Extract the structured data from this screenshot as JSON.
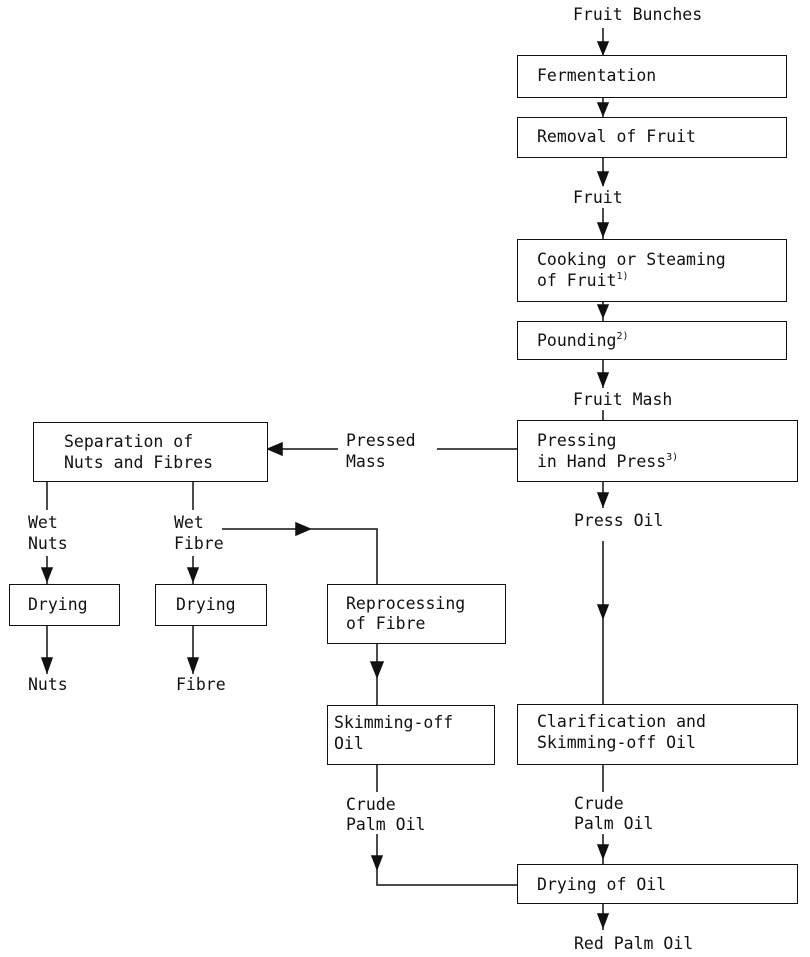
{
  "labels": {
    "fruit_bunches": "Fruit Bunches",
    "fruit": "Fruit",
    "fruit_mash": "Fruit Mash",
    "pressed_mass_1": "Pressed",
    "pressed_mass_2": "Mass",
    "press_oil": "Press Oil",
    "wet_nuts_1": "Wet",
    "wet_nuts_2": "Nuts",
    "wet_fibre_1": "Wet",
    "wet_fibre_2": "Fibre",
    "nuts": "Nuts",
    "fibre": "Fibre",
    "crude_palm_oil_left_1": "Crude",
    "crude_palm_oil_left_2": "Palm Oil",
    "crude_palm_oil_right_1": "Crude",
    "crude_palm_oil_right_2": "Palm Oil",
    "red_palm_oil": "Red Palm Oil"
  },
  "boxes": {
    "fermentation": "Fermentation",
    "removal_of_fruit": "Removal of Fruit",
    "cooking_1": "Cooking or Steaming",
    "cooking_2": "of Fruit",
    "cooking_note": "1)",
    "pounding": "Pounding",
    "pounding_note": "2)",
    "pressing_1": "Pressing",
    "pressing_2": "in Hand Press",
    "pressing_note": "3)",
    "separation_1": "Separation of",
    "separation_2": "Nuts and Fibres",
    "drying_nuts": "Drying",
    "drying_fibre": "Drying",
    "reprocessing_1": "Reprocessing",
    "reprocessing_2": "of Fibre",
    "skimming_1": "Skimming-off",
    "skimming_2": "Oil",
    "clarification_1": "Clarification and",
    "clarification_2": "Skimming-off Oil",
    "drying_oil": "Drying of Oil"
  }
}
